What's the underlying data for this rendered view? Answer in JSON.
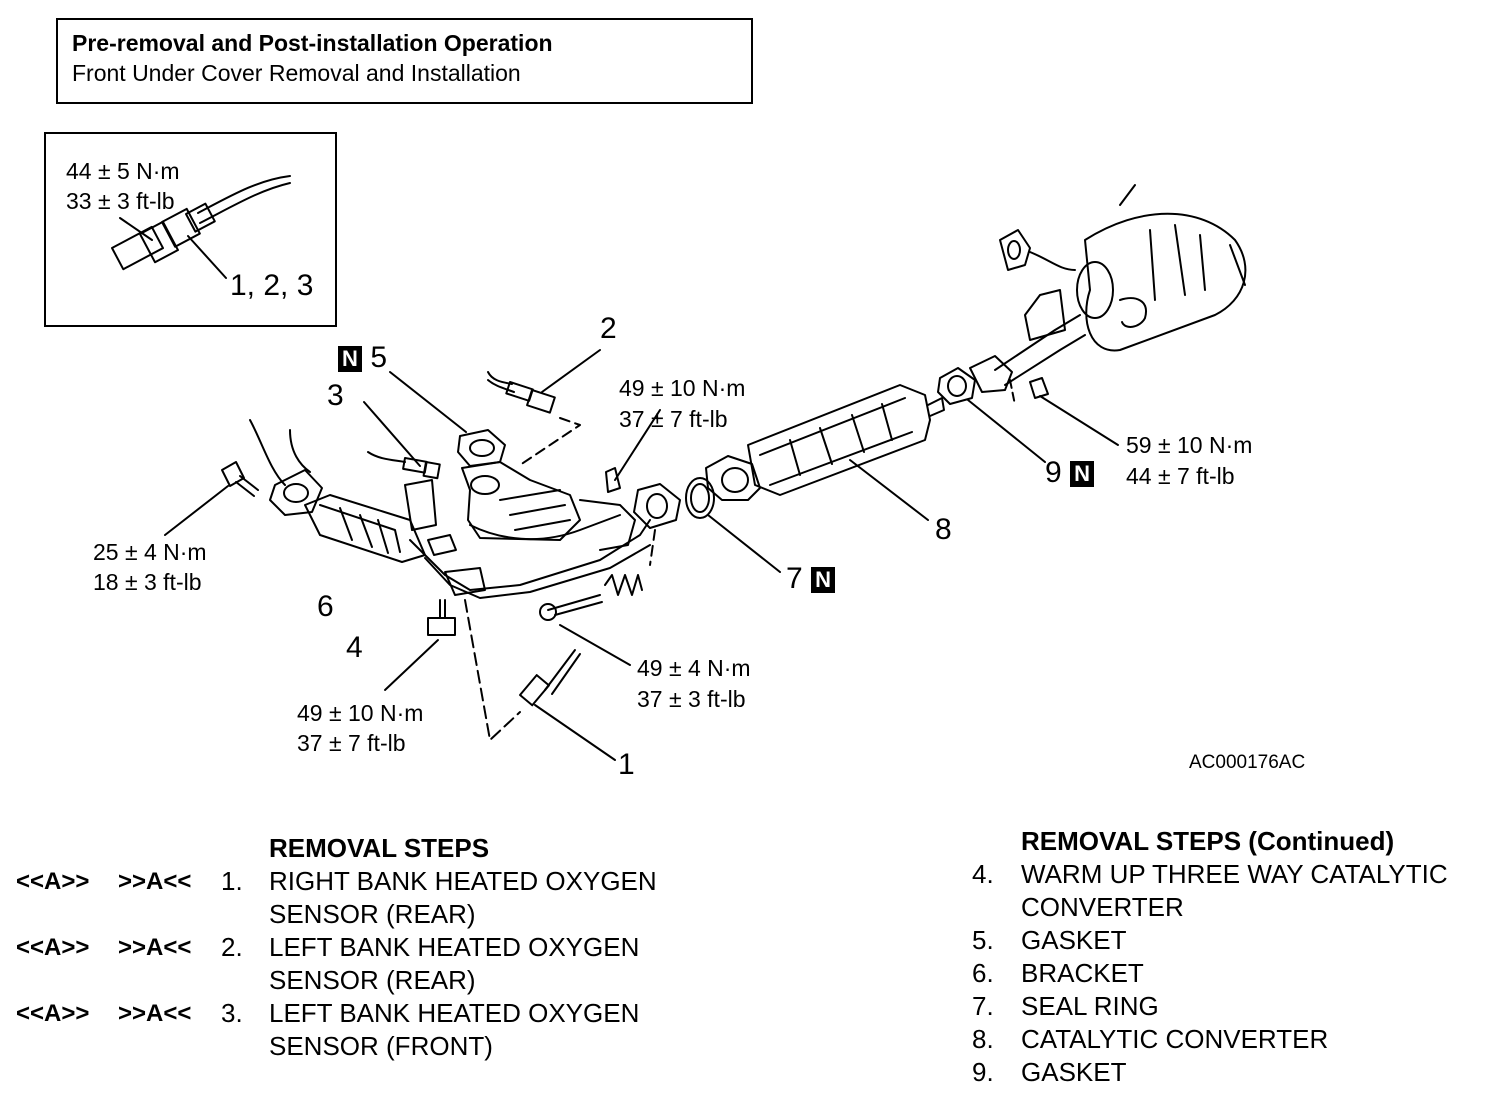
{
  "preop": {
    "title": "Pre-removal and Post-installation Operation",
    "subtitle": "Front Under Cover Removal and Installation"
  },
  "inset": {
    "torque_line1": "44 ± 5 N·m",
    "torque_line2": "33 ± 3 ft-lb",
    "callout": "1, 2, 3"
  },
  "torques": {
    "t_a_1": "49 ± 10 N·m",
    "t_a_2": "37 ± 7 ft-lb",
    "t_b_1": "59 ± 10 N·m",
    "t_b_2": "44 ± 7 ft-lb",
    "t_c_1": "25 ± 4 N·m",
    "t_c_2": "18 ± 3 ft-lb",
    "t_d_1": "49 ± 4 N·m",
    "t_d_2": "37 ± 3 ft-lb",
    "t_e_1": "49 ± 10 N·m",
    "t_e_2": "37 ± 7 ft-lb"
  },
  "callouts": {
    "c1": "1",
    "c2": "2",
    "c3": "3",
    "c4": "4",
    "c5": "5",
    "c6": "6",
    "c7": "7",
    "c8": "8",
    "c9": "9",
    "n": "N"
  },
  "figure_code": "AC000176AC",
  "removal_steps": {
    "heading": "REMOVAL STEPS",
    "items": [
      {
        "mark1": "<<A>>",
        "mark2": ">>A<<",
        "num": "1.",
        "line1": "RIGHT BANK HEATED OXYGEN",
        "line2": "SENSOR (REAR)"
      },
      {
        "mark1": "<<A>>",
        "mark2": ">>A<<",
        "num": "2.",
        "line1": "LEFT BANK HEATED OXYGEN",
        "line2": "SENSOR (REAR)"
      },
      {
        "mark1": "<<A>>",
        "mark2": ">>A<<",
        "num": "3.",
        "line1": "LEFT BANK HEATED OXYGEN",
        "line2": "SENSOR (FRONT)"
      }
    ]
  },
  "removal_steps_cont": {
    "heading": "REMOVAL STEPS (Continued)",
    "items": [
      {
        "num": "4.",
        "line1": "WARM UP THREE WAY CATALYTIC",
        "line2": "CONVERTER"
      },
      {
        "num": "5.",
        "line1": "GASKET"
      },
      {
        "num": "6.",
        "line1": "BRACKET"
      },
      {
        "num": "7.",
        "line1": "SEAL RING"
      },
      {
        "num": "8.",
        "line1": "CATALYTIC CONVERTER"
      },
      {
        "num": "9.",
        "line1": "GASKET"
      }
    ]
  }
}
